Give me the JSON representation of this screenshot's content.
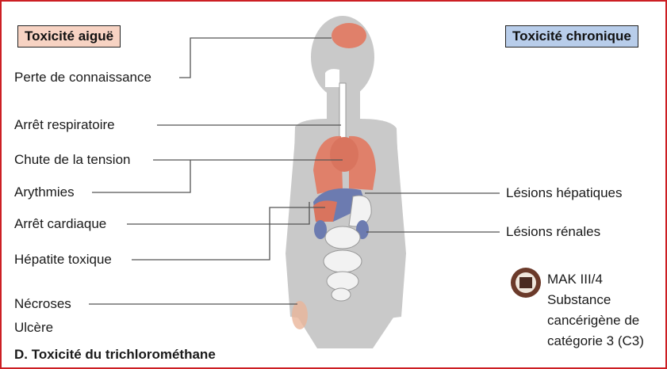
{
  "colors": {
    "border": "#cc1f24",
    "body_silhouette": "#c9c9c9",
    "acute_tag_bg": "#f7d3c3",
    "chronic_tag_bg": "#b8cdea",
    "organ_red": "#e0806a",
    "organ_blue": "#6c7bb0"
  },
  "tags": {
    "acute": "Toxicité aiguë",
    "chronic": "Toxicité chronique"
  },
  "acute_effects": [
    "Perte de connaissance",
    "Arrêt respiratoire",
    "Chute de la tension",
    "Arythmies",
    "Arrêt cardiaque",
    "Hépatite toxique",
    "Nécroses",
    "Ulcère"
  ],
  "chronic_effects": [
    "Lésions hépatiques",
    "Lésions rénales"
  ],
  "classification": {
    "icon": "carcinogen-hazard-icon",
    "mak": "MAK III/4",
    "line1": "Substance",
    "line2": "cancérigène de",
    "line3": "catégorie 3 (C3)"
  },
  "caption": "D. Toxicité du trichlorométhane"
}
